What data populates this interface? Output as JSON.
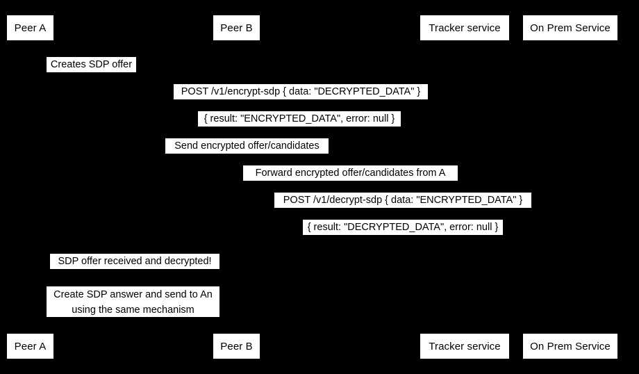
{
  "diagram": {
    "type": "sequence-diagram",
    "background_color": "#000000",
    "label_background_color": "#ffffff",
    "label_text_color": "#000000",
    "participants": [
      {
        "id": "peer-a",
        "label": "Peer A"
      },
      {
        "id": "peer-b",
        "label": "Peer B"
      },
      {
        "id": "tracker-service",
        "label": "Tracker service"
      },
      {
        "id": "on-prem-service",
        "label": "On Prem Service"
      }
    ],
    "messages": [
      {
        "id": "creates-sdp-offer",
        "text": "Creates SDP offer",
        "from": "peer-a",
        "to": "peer-a",
        "kind": "self"
      },
      {
        "id": "post-encrypt-sdp",
        "text": "POST /v1/encrypt-sdp { data: \"DECRYPTED_DATA\" }",
        "from": "peer-a",
        "to": "on-prem-service",
        "kind": "request"
      },
      {
        "id": "encrypt-sdp-result",
        "text": "{ result: \"ENCRYPTED_DATA\", error: null }",
        "from": "on-prem-service",
        "to": "peer-a",
        "kind": "response"
      },
      {
        "id": "send-encrypted-offer",
        "text": "Send encrypted offer/candidates",
        "from": "peer-a",
        "to": "tracker-service",
        "kind": "request"
      },
      {
        "id": "forward-encrypted-offer",
        "text": "Forward encrypted offer/candidates from A",
        "from": "tracker-service",
        "to": "peer-b",
        "kind": "request"
      },
      {
        "id": "post-decrypt-sdp",
        "text": "POST /v1/decrypt-sdp { data: \"ENCRYPTED_DATA\" }",
        "from": "peer-b",
        "to": "on-prem-service",
        "kind": "request"
      },
      {
        "id": "decrypt-sdp-result",
        "text": "{ result: \"DECRYPTED_DATA\", error: null }",
        "from": "on-prem-service",
        "to": "peer-b",
        "kind": "response"
      },
      {
        "id": "sdp-offer-received",
        "text": "SDP offer received and decrypted!",
        "from": "peer-b",
        "to": "peer-b",
        "kind": "self"
      },
      {
        "id": "create-sdp-answer",
        "text_line_1": "Create SDP answer and send to An",
        "text_line_2": "using the same mechanism",
        "from": "peer-b",
        "to": "peer-b",
        "kind": "self"
      }
    ]
  }
}
